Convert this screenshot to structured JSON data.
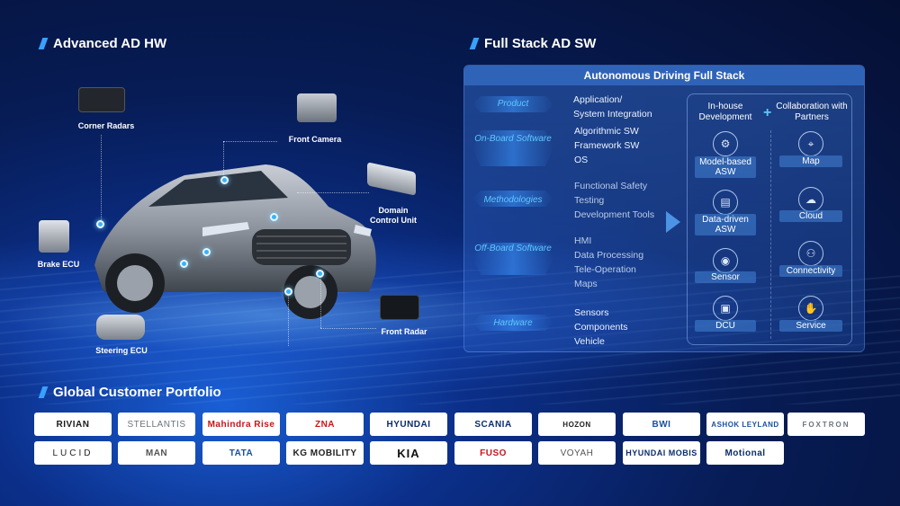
{
  "sections": {
    "hw_title": "Advanced AD HW",
    "sw_title": "Full Stack AD SW",
    "portfolio_title": "Global Customer Portfolio"
  },
  "hardware": {
    "corner_radars": "Corner Radars",
    "front_camera": "Front Camera",
    "domain_control_unit": "Domain Control Unit",
    "brake_ecu": "Brake ECU",
    "front_radar": "Front Radar",
    "steering_ecu": "Steering ECU"
  },
  "stack": {
    "header": "Autonomous Driving Full Stack",
    "layers": [
      {
        "tag": "Product",
        "items": [
          "Application/",
          "System Integration"
        ]
      },
      {
        "tag": "On-Board Software",
        "items": [
          "Algorithmic SW",
          "Framework SW",
          "OS"
        ]
      },
      {
        "tag": "Methodologies",
        "items": [
          "Functional Safety",
          "Testing",
          "Development Tools"
        ]
      },
      {
        "tag": "Off-Board Software",
        "items": [
          "HMI",
          "Data Processing",
          "Tele-Operation",
          "Maps"
        ]
      },
      {
        "tag": "Hardware",
        "items": [
          "Sensors",
          "Components",
          "Vehicle"
        ]
      }
    ],
    "inhouse_title": "In-house Development",
    "partners_title": "Collaboration with Partners",
    "plus": "+",
    "inhouse": [
      {
        "label": "Model-based ASW",
        "icon": "model-icon"
      },
      {
        "label": "Data-driven ASW",
        "icon": "data-icon"
      },
      {
        "label": "Sensor",
        "icon": "sensor-icon"
      },
      {
        "label": "DCU",
        "icon": "dcu-icon"
      }
    ],
    "partners": [
      {
        "label": "Map",
        "icon": "map-icon"
      },
      {
        "label": "Cloud",
        "icon": "cloud-icon"
      },
      {
        "label": "Connectivity",
        "icon": "connectivity-icon"
      },
      {
        "label": "Service",
        "icon": "service-icon"
      }
    ]
  },
  "customers": {
    "row1": [
      "RIVIAN",
      "STELLANTIS",
      "Mahindra Rise",
      "ZNA",
      "HYUNDAI",
      "SCANIA",
      "HOZON",
      "BWI",
      "ASHOK LEYLAND",
      "FOXTRON"
    ],
    "row2": [
      "LUCID",
      "MAN",
      "TATA",
      "KG MOBILITY",
      "KIA",
      "FUSO",
      "VOYAH",
      "HYUNDAI MOBIS",
      "Motional"
    ]
  },
  "colors": {
    "accent": "#3aa0ff",
    "tag": "#5ec8ff",
    "panel_head": "#2f63b8"
  }
}
